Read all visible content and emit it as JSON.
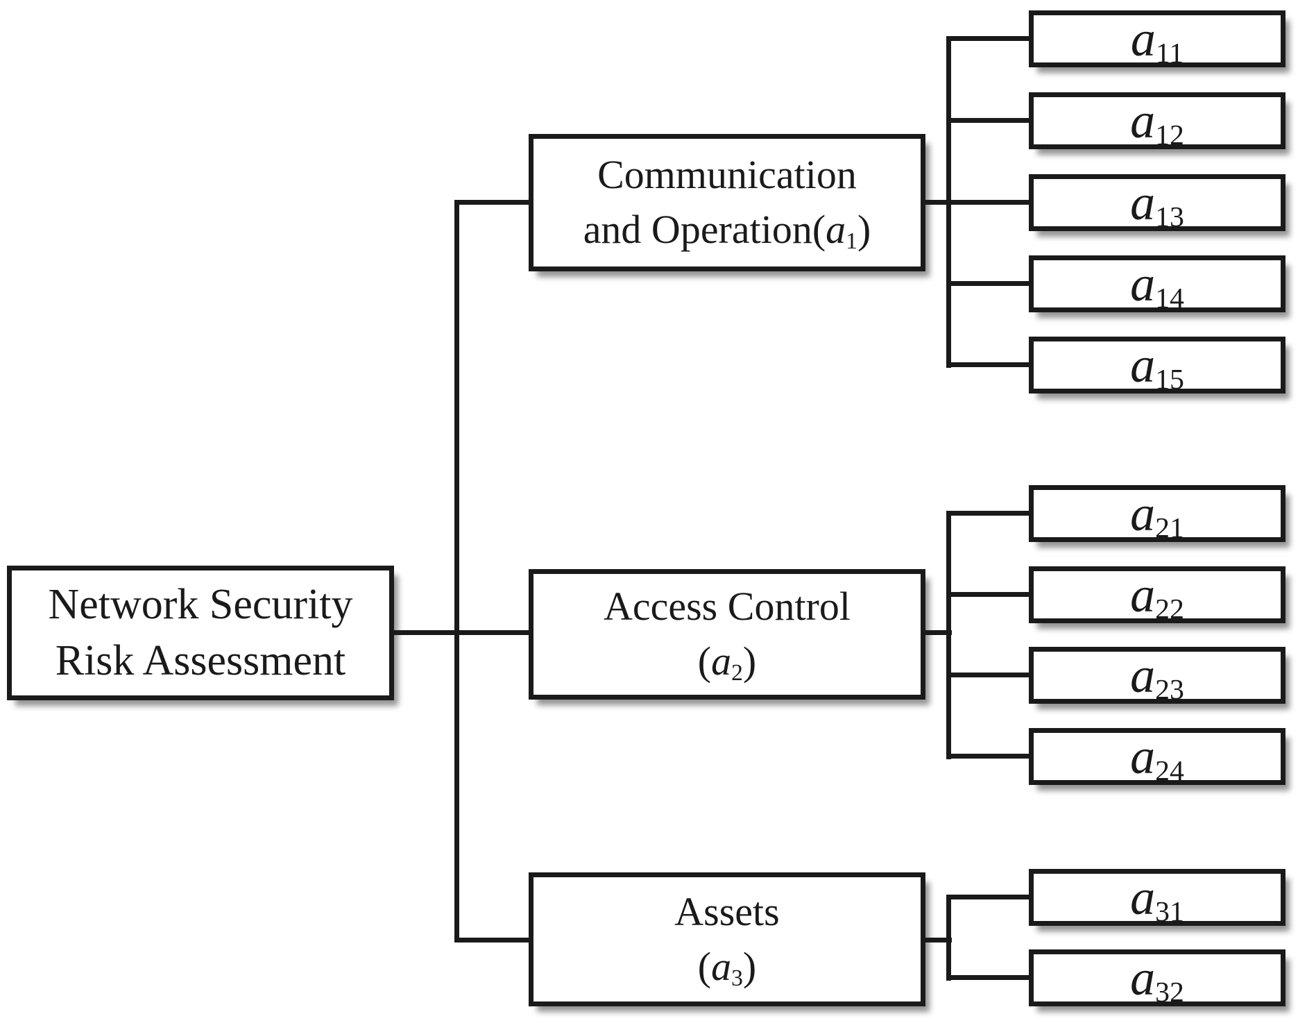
{
  "diagram_title": "Network Security Risk Assessment hierarchy",
  "colors": {
    "ink": "#1a1a1a",
    "background": "#ffffff"
  },
  "root": {
    "lines": [
      "Network Security",
      "Risk Assessment"
    ]
  },
  "categories": [
    {
      "key": "communication-and-operation",
      "rich": [
        [
          {
            "t": "Communication"
          }
        ],
        [
          {
            "t": "and Operation("
          },
          {
            "t": "a",
            "v": true
          },
          {
            "t": "1",
            "s": true
          },
          {
            "t": ")"
          }
        ]
      ]
    },
    {
      "key": "access-control",
      "rich": [
        [
          {
            "t": "Access Control"
          }
        ],
        [
          {
            "t": "("
          },
          {
            "t": "a",
            "v": true
          },
          {
            "t": "2",
            "s": true
          },
          {
            "t": ")"
          }
        ]
      ]
    },
    {
      "key": "assets",
      "rich": [
        [
          {
            "t": "Assets"
          }
        ],
        [
          {
            "t": "("
          },
          {
            "t": "a",
            "v": true
          },
          {
            "t": "3",
            "s": true
          },
          {
            "t": ")"
          }
        ]
      ]
    }
  ],
  "leaves": [
    {
      "group": "a1",
      "base": "a",
      "sub": "11"
    },
    {
      "group": "a1",
      "base": "a",
      "sub": "12"
    },
    {
      "group": "a1",
      "base": "a",
      "sub": "13"
    },
    {
      "group": "a1",
      "base": "a",
      "sub": "14"
    },
    {
      "group": "a1",
      "base": "a",
      "sub": "15"
    },
    {
      "group": "a2",
      "base": "a",
      "sub": "21"
    },
    {
      "group": "a2",
      "base": "a",
      "sub": "22"
    },
    {
      "group": "a2",
      "base": "a",
      "sub": "23"
    },
    {
      "group": "a2",
      "base": "a",
      "sub": "24"
    },
    {
      "group": "a3",
      "base": "a",
      "sub": "31"
    },
    {
      "group": "a3",
      "base": "a",
      "sub": "32"
    }
  ]
}
